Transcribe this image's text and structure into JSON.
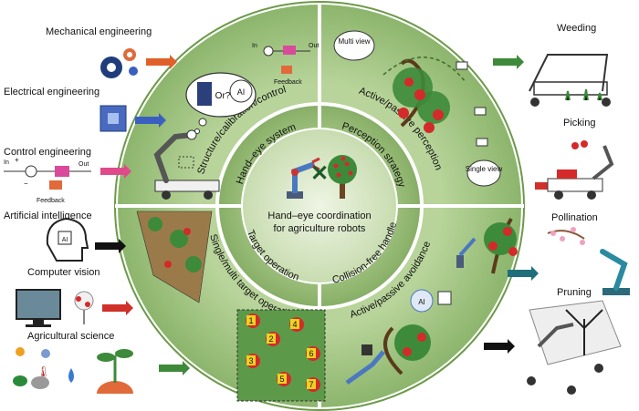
{
  "disciplines": [
    {
      "label": "Mechanical engineering",
      "icon": "gears-icon",
      "arrow_color": "#e0602a"
    },
    {
      "label": "Electrical engineering",
      "icon": "chip-icon",
      "arrow_color": "#3b5fc0"
    },
    {
      "label": "Control engineering",
      "icon": "control-loop-icon",
      "arrow_color": "#e04a8a"
    },
    {
      "label": "Artificial intelligence",
      "icon": "ai-head-icon",
      "arrow_color": "#111111"
    },
    {
      "label": "Computer vision",
      "icon": "monitor-icon",
      "arrow_color": "#d0302a"
    },
    {
      "label": "Agricultural science",
      "icon": "weather-sprout-icon",
      "arrow_color": "#3f8a3a"
    }
  ],
  "control_loop": {
    "input": "In",
    "plus": "+",
    "minus": "−",
    "output": "Out",
    "feedback": "Feedback"
  },
  "center": {
    "line1": "Hand–eye coordination",
    "line2": "for agriculture robots"
  },
  "inner_ring": {
    "top_left": "Hand–eye system",
    "top_right": "Perception strategy",
    "bottom_left": "Target operation",
    "bottom_right": "Collision-free handle"
  },
  "outer_ring": {
    "top_left": "Structure/calibration/control",
    "top_right": "Active/passive perception",
    "bottom_left": "Single/multi target operation",
    "bottom_right": "Active/passive avoidance"
  },
  "bubbles": {
    "multi_view": "Multi view",
    "single_view": "Single view",
    "or": "Or?",
    "ai": "AI"
  },
  "applications": [
    {
      "label": "Weeding",
      "arrow_color": "#3f8a3a"
    },
    {
      "label": "Picking",
      "arrow_color": "#d0302a"
    },
    {
      "label": "Pollination",
      "arrow_color": "#1f6f7a"
    },
    {
      "label": "Pruning",
      "arrow_color": "#111111"
    }
  ],
  "fruit_numbers": [
    "1",
    "2",
    "3",
    "4",
    "5",
    "6",
    "7"
  ],
  "colors": {
    "ring_light": "#c9ddb0",
    "ring_mid": "#a8c98a",
    "ring_dark": "#7fa862",
    "fruit": "#d42a2a",
    "leaf": "#3d8a3a"
  }
}
